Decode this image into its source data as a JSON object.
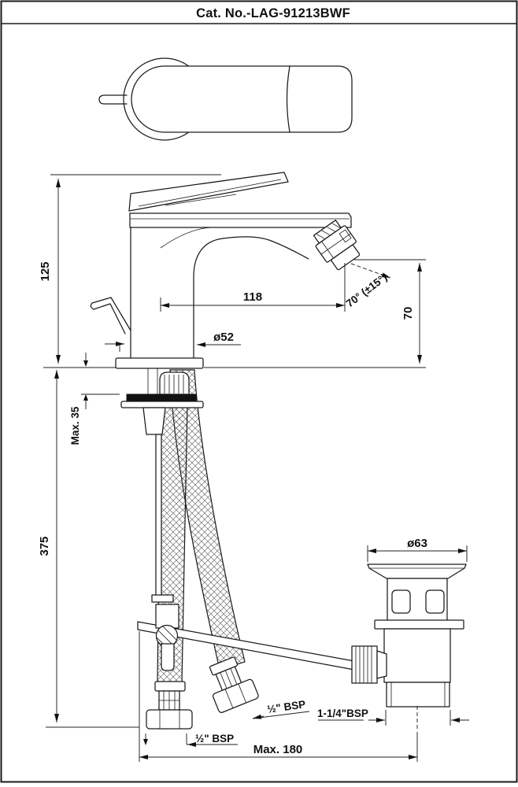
{
  "header": {
    "title": "Cat. No.-LAG-91213BWF"
  },
  "drawing": {
    "type": "faucet installation technical drawing",
    "views": [
      "top view",
      "front view with supply hoses and pop-up waste"
    ]
  },
  "dimensions": {
    "handle_height": "125",
    "spout_reach": "118",
    "spray_angle": "70° (±15°)",
    "spout_height": "70",
    "body_diameter": "ø52",
    "max_deck_thickness": "Max. 35",
    "supply_hose_length": "375",
    "waste_flange_diameter": "ø63",
    "supply_thread_left": "½\" BSP",
    "supply_thread_right": "½\" BSP",
    "waste_thread": "1-1/4\"BSP",
    "max_drain_distance": "Max. 180"
  }
}
